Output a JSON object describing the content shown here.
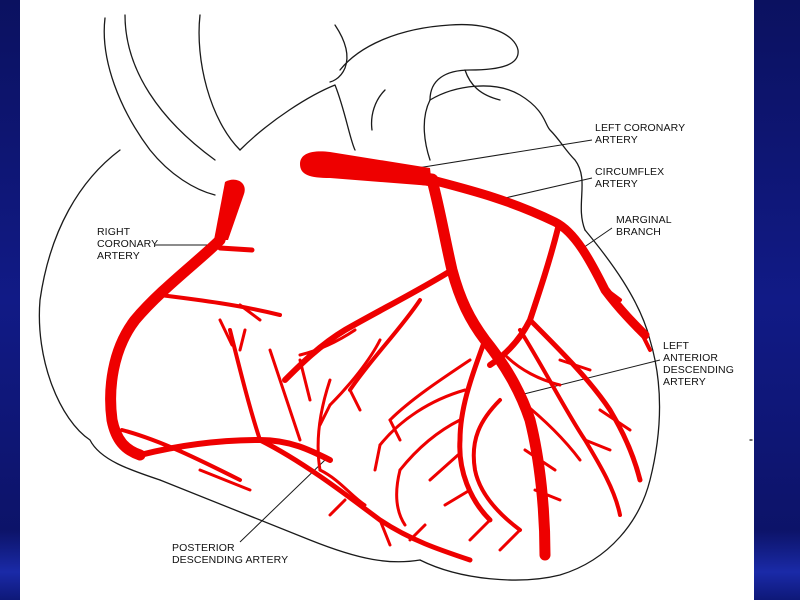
{
  "labels": {
    "left_coronary": [
      "LEFT CORONARY",
      "ARTERY"
    ],
    "circumflex": [
      "CIRCUMFLEX",
      "ARTERY"
    ],
    "marginal": [
      "MARGINAL",
      "BRANCH"
    ],
    "right_coronary": [
      "RIGHT",
      "CORONARY",
      "ARTERY"
    ],
    "lad": [
      "LEFT",
      "ANTERIOR",
      "DESCENDING",
      "ARTERY"
    ],
    "posterior": [
      "POSTERIOR",
      "DESCENDING ARTERY"
    ]
  },
  "colors": {
    "artery": "#ee0000",
    "outline": "#1a1a1a",
    "slide_background": "#0c1470",
    "canvas": "#ffffff"
  }
}
